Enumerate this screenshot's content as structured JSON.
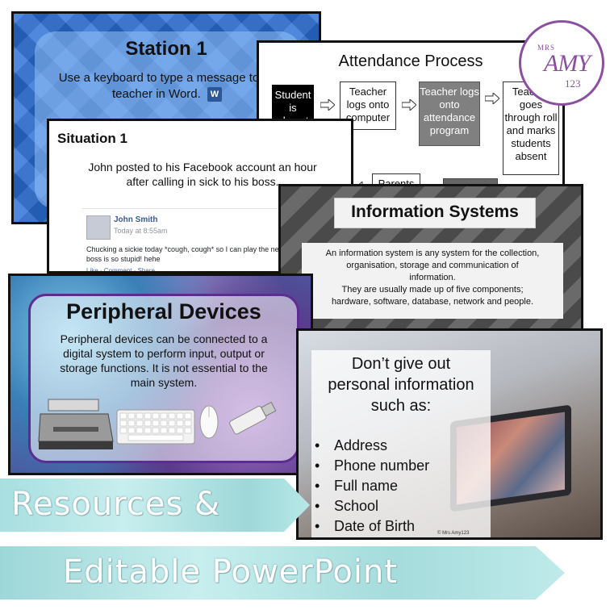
{
  "station": {
    "title": "Station 1",
    "line1": "Use a keyboard to type a message to yo",
    "line2": "teacher in Word.",
    "word_icon": "W"
  },
  "attendance": {
    "title": "Attendance Process",
    "box1": "Student is absent",
    "box2": "Teacher logs onto computer",
    "box3": "Teacher logs onto attendance program",
    "box4": "Teacher goes through roll and marks students absent",
    "box5": "Parents"
  },
  "situation": {
    "title": "Situation 1",
    "body": "John posted to his Facebook account an hour after calling in sick to his boss.",
    "fb_name": "John Smith",
    "fb_time": "Today at 8:55am",
    "fb_post": "Chucking a sickie today *cough, cough* so I can play the new M game! My boss is so stupid! hehe",
    "fb_actions": "Like · Comment · Share"
  },
  "info": {
    "title": "Information Systems",
    "line1": "An information system is any system for the collection,",
    "line2": "organisation, storage and communication of",
    "line3": "information.",
    "line4": "They are usually made up of five components;",
    "line5": "hardware, software, database, network and people."
  },
  "peripheral": {
    "title": "Peripheral Devices",
    "body": "Peripheral devices can be connected to a digital system to perform input, output or storage functions. It is not essential to the main system."
  },
  "personal": {
    "heading_line1": "Don’t give out",
    "heading_line2": "personal information",
    "heading_line3": "such as:",
    "items": [
      "Address",
      "Phone number",
      "Full name",
      "School",
      "Date of Birth"
    ],
    "copyright": "© Mrs Amy123"
  },
  "logo": {
    "mrs": "MRS",
    "amy": "AMY",
    "num": "123"
  },
  "banners": {
    "top": "Resources &",
    "bottom": "Editable PowerPoint"
  },
  "colors": {
    "station_bg": "#2a6fd6",
    "logo_purple": "#8a4fa0",
    "banner_teal": "#a8dfe0",
    "peripheral_border": "#5c2d91"
  }
}
